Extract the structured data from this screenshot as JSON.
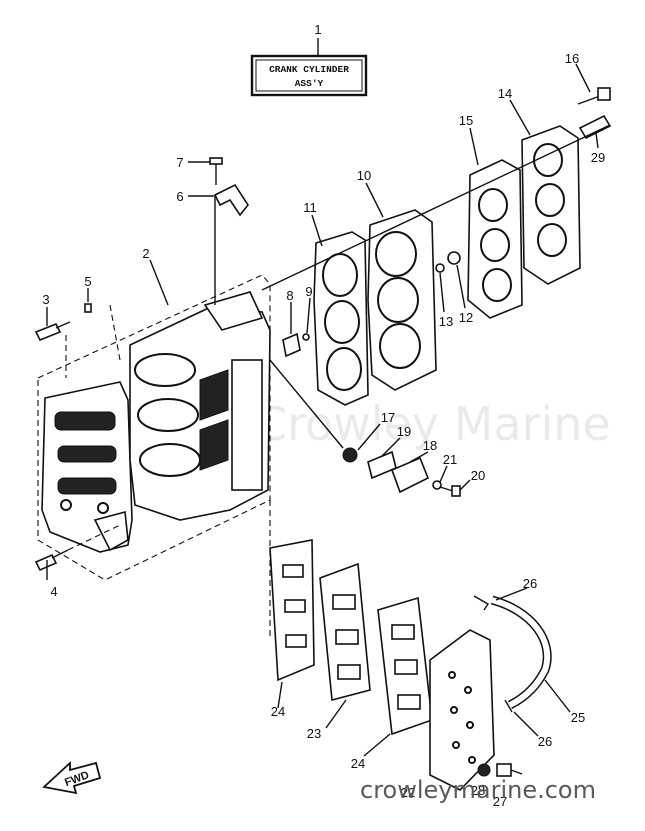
{
  "assembly_box": {
    "line1": "CRANK CYLINDER",
    "line2": "ASS'Y"
  },
  "callouts": {
    "c1": "1",
    "c2": "2",
    "c3": "3",
    "c4": "4",
    "c5": "5",
    "c6": "6",
    "c7": "7",
    "c8": "8",
    "c9": "9",
    "c10": "10",
    "c11": "11",
    "c12": "12",
    "c13": "13",
    "c14": "14",
    "c15": "15",
    "c16": "16",
    "c17": "17",
    "c18": "18",
    "c19": "19",
    "c20": "20",
    "c21": "21",
    "c22": "22",
    "c23": "23",
    "c24a": "24",
    "c24b": "24",
    "c25": "25",
    "c26a": "26",
    "c26b": "26",
    "c27": "27",
    "c28": "28",
    "c29": "29"
  },
  "fwd_label": "FWD",
  "watermark": "Crowley Marine",
  "site_url": "crowleymarine.com"
}
